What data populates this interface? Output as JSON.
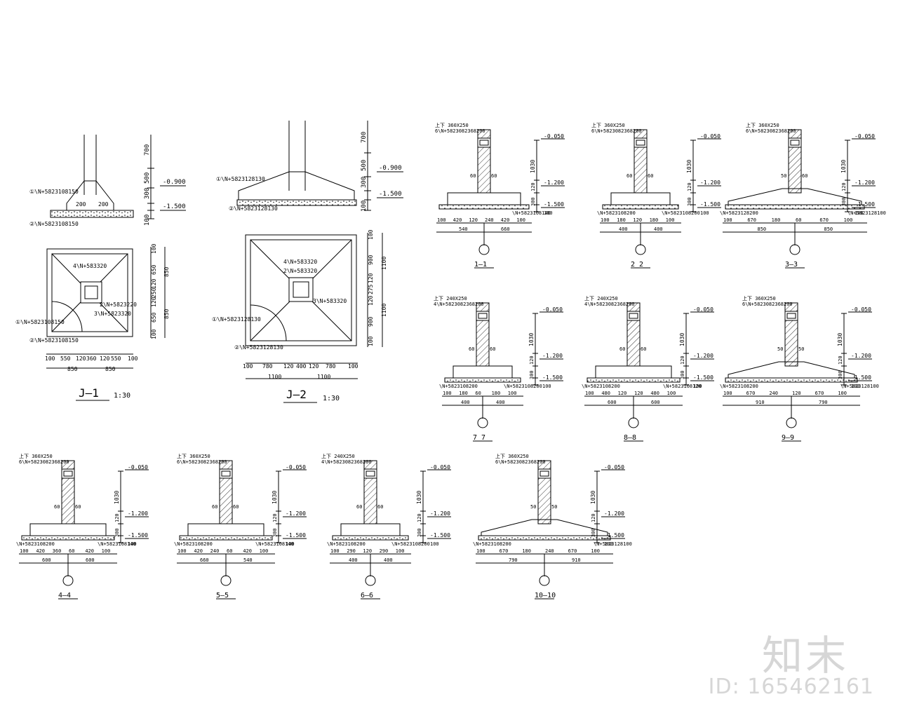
{
  "drawing": {
    "plans": {
      "j1": {
        "title": "J—1",
        "scale": "1:30",
        "section_labels": {
          "rebar_top": "①\\N+5823108150",
          "rebar_bot": "②\\N+5823108150"
        },
        "elev_dims": [
          "700",
          "500",
          "300",
          "100"
        ],
        "elev_levels": [
          "-0.900",
          "-1.500"
        ],
        "inner_dims": [
          "200",
          "200"
        ],
        "plan_dims_h": [
          "100",
          "550",
          "120",
          "360",
          "120",
          "550",
          "100"
        ],
        "plan_totals_h": [
          "850",
          "850"
        ],
        "plan_dims_v": [
          "100",
          "650",
          "120",
          "250",
          "120",
          "650",
          "100"
        ],
        "plan_totals_v": [
          "850",
          "850"
        ],
        "plan_notes": [
          "4\\N+583320",
          "2\\N+5823220",
          "3\\N+5823320",
          "①\\N+5823108150",
          "②\\N+5823108150"
        ]
      },
      "j2": {
        "title": "J—2",
        "scale": "1:30",
        "section_labels": {
          "rebar_top": "①\\N+5823128130",
          "rebar_bot": "②\\N+5823128130"
        },
        "elev_dims": [
          "700",
          "500",
          "300",
          "100"
        ],
        "elev_levels": [
          "-0.900",
          "-1.500"
        ],
        "plan_dims_h": [
          "100",
          "780",
          "120",
          "400",
          "120",
          "780",
          "100"
        ],
        "plan_totals_h": [
          "1100",
          "1100"
        ],
        "plan_dims_v": [
          "100",
          "900",
          "120",
          "275",
          "120",
          "900",
          "100"
        ],
        "plan_totals_v": [
          "1100",
          "1100"
        ],
        "plan_notes": [
          "4\\N+583320",
          "2\\N+583320",
          "3\\N+583320",
          "①\\N+5823128130",
          "②\\N+5823128130"
        ]
      }
    },
    "sections": [
      {
        "id": "s1",
        "title": "1—1",
        "beam": "360X250",
        "beam_note": "6\\N+5823082368200",
        "levels": [
          "-0.050",
          "-1.200",
          "-1.500"
        ],
        "vdims": [
          "1030",
          "120",
          "300",
          "100"
        ],
        "hdims": [
          "100",
          "420",
          "120",
          "240",
          "420",
          "100"
        ],
        "totals": [
          "540",
          "660"
        ],
        "rebar_l": "",
        "rebar_r": "\\N+5823108140",
        "ann": [
          "60",
          "60"
        ]
      },
      {
        "id": "s2",
        "title": "2  2",
        "beam": "360X250",
        "beam_note": "6\\N+5823082368200",
        "levels": [
          "-0.050",
          "-1.200",
          "-1.500"
        ],
        "vdims": [
          "1030",
          "120",
          "300",
          "100"
        ],
        "hdims": [
          "100",
          "180",
          "120",
          "180",
          "100"
        ],
        "totals": [
          "400",
          "400"
        ],
        "rebar_l": "\\N+5823108200",
        "rebar_r": "\\N+5823108200",
        "ann": [
          "60",
          "60"
        ]
      },
      {
        "id": "s3",
        "title": "3—3",
        "beam": "360X250",
        "beam_note": "6\\N+5823082368200",
        "levels": [
          "-0.050",
          "-1.200",
          "-1.500"
        ],
        "vdims": [
          "1030",
          "120",
          "300",
          "100"
        ],
        "hdims": [
          "100",
          "670",
          "180",
          "60",
          "670",
          "100"
        ],
        "totals": [
          "850",
          "850"
        ],
        "rebar_l": "\\N+5823128200",
        "rebar_r": "\\N+5823128100",
        "ann": [
          "50",
          "60"
        ]
      },
      {
        "id": "s7",
        "title": "7  7",
        "beam": "240X250",
        "beam_note": "4\\N+5823082368200",
        "levels": [
          "-0.050",
          "-1.200",
          "-1.500"
        ],
        "vdims": [
          "1030",
          "120",
          "300",
          "100"
        ],
        "hdims": [
          "100",
          "180",
          "60",
          "180",
          "100"
        ],
        "totals": [
          "400",
          "400"
        ],
        "rebar_l": "\\N+5823108200",
        "rebar_r": "\\N+5823108200",
        "ann": [
          "60",
          "60"
        ]
      },
      {
        "id": "s8",
        "title": "8—8",
        "beam": "240X250",
        "beam_note": "4\\N+5823082368200",
        "levels": [
          "-0.050",
          "-1.200",
          "-1.500"
        ],
        "vdims": [
          "1030",
          "120",
          "300",
          "100"
        ],
        "hdims": [
          "100",
          "480",
          "120",
          "120",
          "480",
          "100"
        ],
        "totals": [
          "600",
          "600"
        ],
        "rebar_l": "\\N+5823108200",
        "rebar_r": "\\N+5823108120",
        "ann": [
          "60",
          "60"
        ]
      },
      {
        "id": "s9",
        "title": "9—9",
        "beam": "360X250",
        "beam_note": "6\\N+5823082368200",
        "levels": [
          "-0.050",
          "-1.200",
          "-1.500"
        ],
        "vdims": [
          "1030",
          "120",
          "300",
          "100"
        ],
        "hdims": [
          "100",
          "670",
          "240",
          "120",
          "670",
          "100"
        ],
        "totals": [
          "910",
          "790"
        ],
        "rebar_l": "\\N+5823108200",
        "rebar_r": "\\N+5823128100",
        "ann": [
          "50",
          "50"
        ]
      },
      {
        "id": "s4",
        "title": "4—4",
        "beam": "360X250",
        "beam_note": "6\\N+5823082368200",
        "levels": [
          "-0.050",
          "-1.200",
          "-1.500"
        ],
        "vdims": [
          "1030",
          "120",
          "300",
          "100"
        ],
        "hdims": [
          "100",
          "420",
          "360",
          "60",
          "420",
          "100"
        ],
        "totals": [
          "600",
          "600"
        ],
        "rebar_l": "\\N+5823108200",
        "rebar_r": "\\N+5823108140",
        "ann": [
          "60",
          "60"
        ]
      },
      {
        "id": "s5",
        "title": "5—5",
        "beam": "360X250",
        "beam_note": "6\\N+5823082368200",
        "levels": [
          "-0.050",
          "-1.200",
          "-1.500"
        ],
        "vdims": [
          "1030",
          "120",
          "300",
          "100"
        ],
        "hdims": [
          "100",
          "420",
          "240",
          "60",
          "420",
          "100"
        ],
        "totals": [
          "660",
          "540"
        ],
        "rebar_l": "\\N+5823108200",
        "rebar_r": "\\N+5823108140",
        "ann": [
          "60",
          "60"
        ]
      },
      {
        "id": "s6",
        "title": "6—6",
        "beam": "240X250",
        "beam_note": "4\\N+5823082368200",
        "levels": [
          "-0.050",
          "-1.200",
          "-1.500"
        ],
        "vdims": [
          "1030",
          "120",
          "300",
          "100"
        ],
        "hdims": [
          "100",
          "290",
          "120",
          "290",
          "100"
        ],
        "totals": [
          "400",
          "400"
        ],
        "rebar_l": "\\N+5823108200",
        "rebar_r": "\\N+5823108200",
        "ann": [
          "60",
          "60"
        ]
      },
      {
        "id": "s10",
        "title": "10—10",
        "beam": "360X250",
        "beam_note": "6\\N+5823082368200",
        "levels": [
          "-0.050",
          "-1.200",
          "-1.500"
        ],
        "vdims": [
          "1030",
          "120",
          "300",
          "100"
        ],
        "hdims": [
          "100",
          "670",
          "180",
          "240",
          "670",
          "100"
        ],
        "totals": [
          "790",
          "910"
        ],
        "rebar_l": "\\N+5823108200",
        "rebar_r": "\\N+5823128100",
        "ann": [
          "50",
          "50"
        ]
      }
    ]
  },
  "watermark": {
    "logo": "知末",
    "id": "ID: 165462161"
  }
}
